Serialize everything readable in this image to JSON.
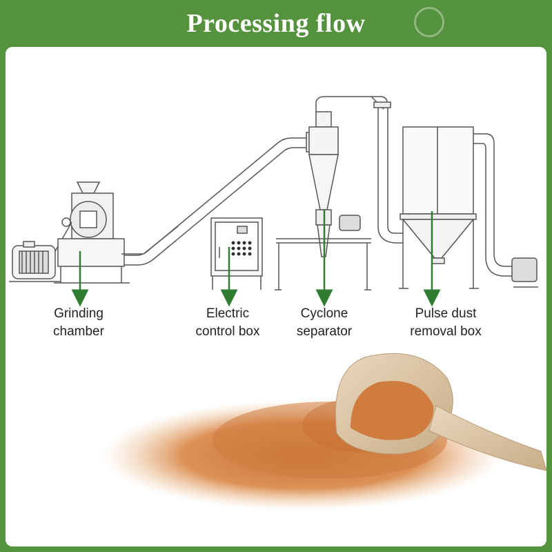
{
  "header": {
    "title": "Processing flow"
  },
  "colors": {
    "brand_green": "#55923d",
    "arrow_green": "#2e7d32",
    "powder": "#d9894a"
  },
  "equipment": [
    {
      "line1": "Grinding",
      "line2": "chamber"
    },
    {
      "line1": "Electric",
      "line2": "control box"
    },
    {
      "line1": "Cyclone",
      "line2": "separator"
    },
    {
      "line1": "Pulse dust",
      "line2": "removal box"
    }
  ]
}
